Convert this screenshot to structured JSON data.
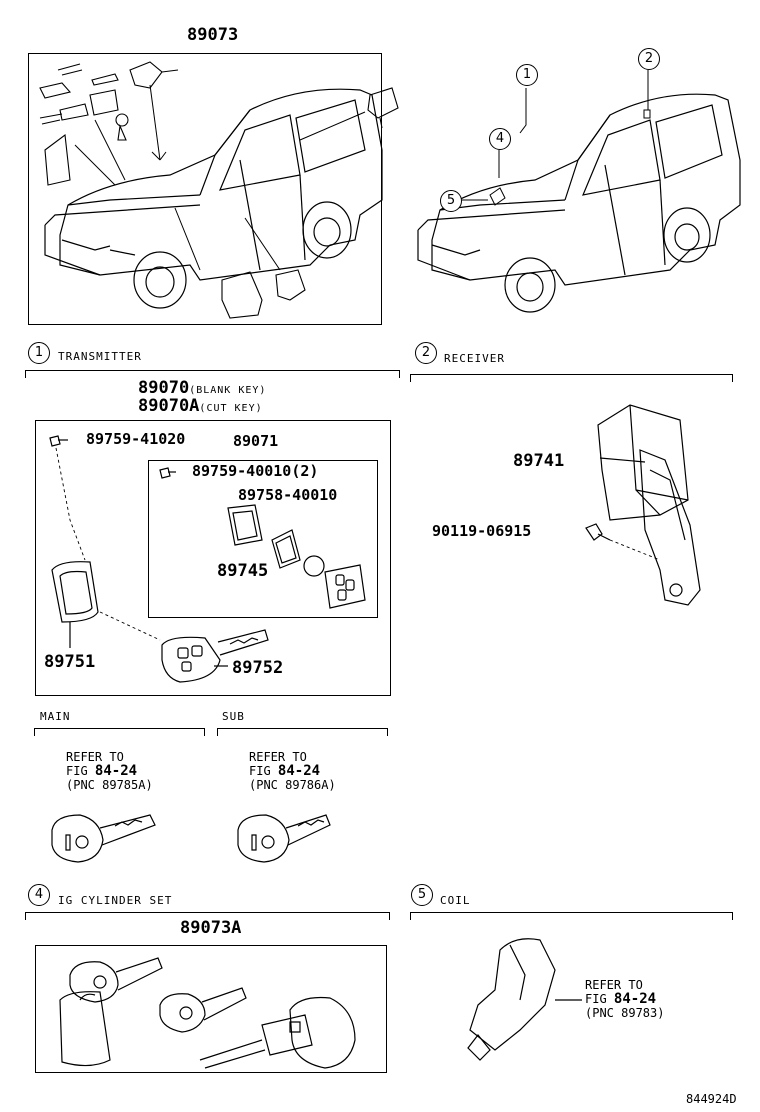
{
  "top": {
    "assembly_part_no": "89073"
  },
  "callouts": [
    "1",
    "2",
    "4",
    "5"
  ],
  "sections": {
    "transmitter": {
      "index": "1",
      "title": "TRANSMITTER",
      "part_main": "89070",
      "part_main_note": "(BLANK KEY)",
      "part_alt": "89070A",
      "part_alt_note": "(CUT KEY)",
      "parts": {
        "screw_outer": "89759-41020",
        "case_set": "89071",
        "screw_inner": "89759-40010(2)",
        "oring": "89758-40010",
        "battery": "89745",
        "cover": "89751",
        "key": "89752"
      }
    },
    "receiver": {
      "index": "2",
      "title": "RECEIVER",
      "parts": {
        "receiver": "89741",
        "bolt": "90119-06915"
      }
    },
    "main": {
      "title": "MAIN",
      "refer": "REFER TO",
      "fig_prefix": "FIG",
      "fig": "84-24",
      "pnc": "(PNC 89785A)"
    },
    "sub": {
      "title": "SUB",
      "refer": "REFER TO",
      "fig_prefix": "FIG",
      "fig": "84-24",
      "pnc": "(PNC 89786A)"
    },
    "ig_cylinder": {
      "index": "4",
      "title": "IG CYLINDER SET",
      "part": "89073A"
    },
    "coil": {
      "index": "5",
      "title": "COIL",
      "refer": "REFER TO",
      "fig_prefix": "FIG",
      "fig": "84-24",
      "pnc": "(PNC 89783)"
    }
  },
  "drawing_id": "844924D"
}
